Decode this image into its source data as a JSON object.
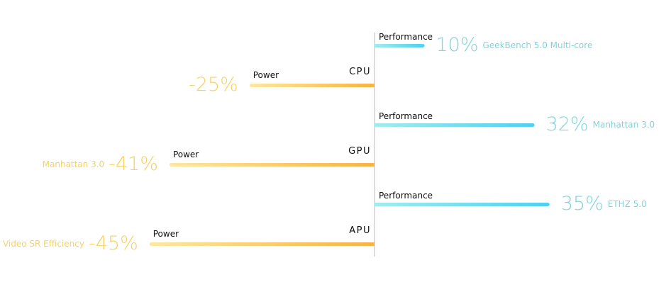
{
  "chart_data": {
    "type": "bar",
    "categories": [
      "CPU",
      "GPU",
      "APU"
    ],
    "series": [
      {
        "name": "Performance",
        "values": [
          10,
          32,
          35
        ],
        "value_labels": [
          "10%",
          "32%",
          "35%"
        ],
        "benchmarks": [
          "GeekBench 5.0 Multi-core",
          "Manhattan 3.0",
          "ETHZ 5.0"
        ],
        "color_start": "#a2ecec",
        "color_end": "#4fd0f2"
      },
      {
        "name": "Power",
        "values": [
          -25,
          -41,
          -45
        ],
        "value_labels": [
          "-25%",
          "-41%",
          "-45%"
        ],
        "benchmarks": [
          "",
          "Manhattan 3.0",
          "Video SR Efficiency"
        ],
        "color_start": "#fde8a0",
        "color_end": "#f6b443"
      }
    ],
    "colors": {
      "performance_text": "#7fd5db",
      "power_text": "#f6d165",
      "axis": "#bbbbbb"
    },
    "grid": false
  }
}
